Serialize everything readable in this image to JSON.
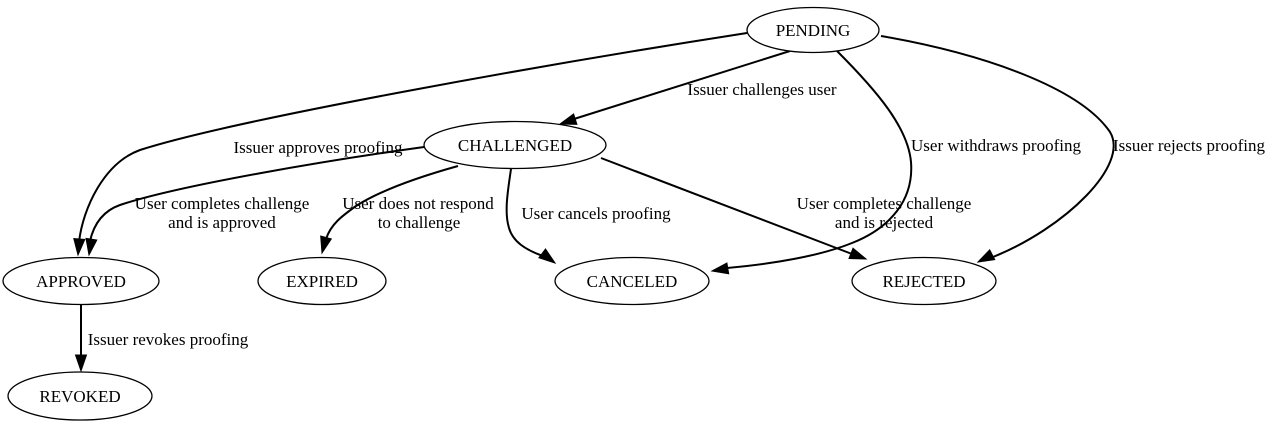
{
  "colors": {
    "background": "#ffffff",
    "node_fill": "#ffffff",
    "stroke": "#000000",
    "text": "#000000"
  },
  "diagram": {
    "type": "state-machine",
    "nodes": {
      "pending": {
        "label": "PENDING"
      },
      "challenged": {
        "label": "CHALLENGED"
      },
      "approved": {
        "label": "APPROVED"
      },
      "expired": {
        "label": "EXPIRED"
      },
      "canceled": {
        "label": "CANCELED"
      },
      "rejected": {
        "label": "REJECTED"
      },
      "revoked": {
        "label": "REVOKED"
      }
    },
    "edges": {
      "pending_challenged": {
        "from": "PENDING",
        "to": "CHALLENGED",
        "label": "Issuer challenges user"
      },
      "pending_approved": {
        "from": "PENDING",
        "to": "APPROVED",
        "label": "Issuer approves proofing"
      },
      "pending_canceled": {
        "from": "PENDING",
        "to": "CANCELED",
        "label": "User withdraws proofing"
      },
      "pending_rejected": {
        "from": "PENDING",
        "to": "REJECTED",
        "label": "Issuer rejects proofing"
      },
      "challenged_approved": {
        "from": "CHALLENGED",
        "to": "APPROVED",
        "label": "User completes challenge and is approved",
        "lines": [
          "User completes challenge",
          "and is approved"
        ]
      },
      "challenged_expired": {
        "from": "CHALLENGED",
        "to": "EXPIRED",
        "label": "User does not respond to challenge",
        "lines": [
          "User does not respond",
          "to challenge"
        ]
      },
      "challenged_canceled": {
        "from": "CHALLENGED",
        "to": "CANCELED",
        "label": "User cancels proofing"
      },
      "challenged_rejected": {
        "from": "CHALLENGED",
        "to": "REJECTED",
        "label": "User completes challenge and is rejected",
        "lines": [
          "User completes challenge",
          "and is rejected"
        ]
      },
      "approved_revoked": {
        "from": "APPROVED",
        "to": "REVOKED",
        "label": "Issuer revokes proofing"
      }
    }
  }
}
